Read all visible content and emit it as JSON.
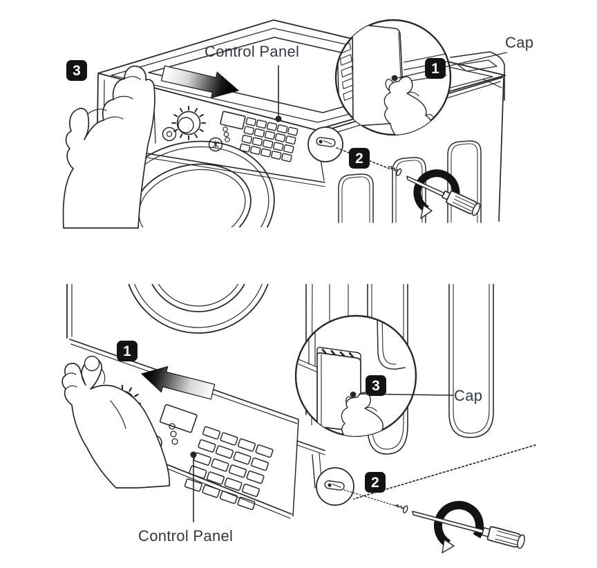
{
  "colors": {
    "background": "#ffffff",
    "line_art": "#2a2627",
    "label_text": "#333745",
    "badge_background": "#151213",
    "badge_number": "#ffffff"
  },
  "figures": {
    "top": {
      "labels": {
        "control_panel": "Control Panel",
        "cap": "Cap"
      },
      "step_badges": {
        "slide_panel": "3",
        "press_cap": "1",
        "remove_screw": "2"
      }
    },
    "bottom": {
      "labels": {
        "control_panel": "Control Panel",
        "cap": "Cap"
      },
      "step_badges": {
        "slide_panel": "1",
        "press_cap": "3",
        "remove_screw": "2"
      }
    }
  }
}
